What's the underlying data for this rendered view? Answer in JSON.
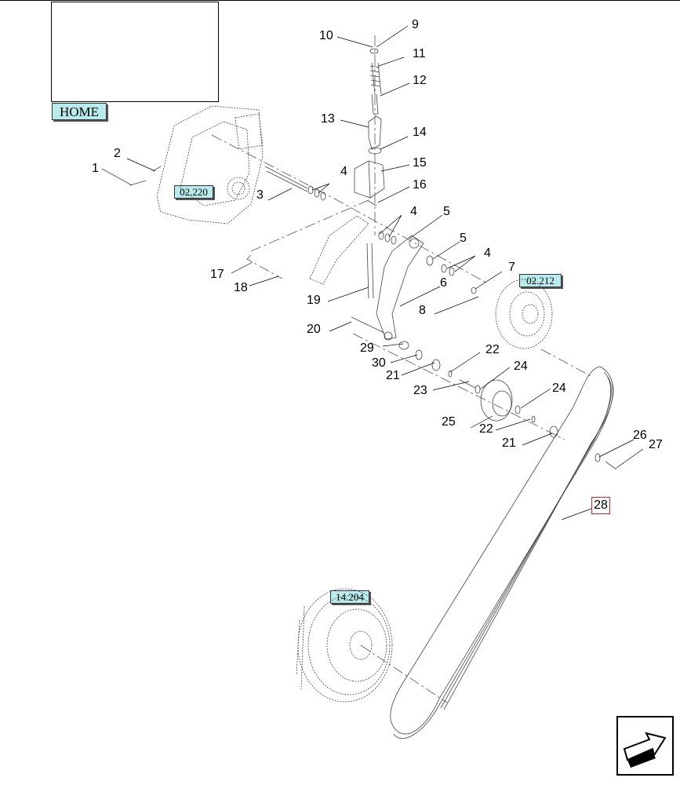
{
  "home_label": "HOME",
  "refs": {
    "ref_a": "02.220",
    "ref_b": "02.212",
    "ref_c": "14.204"
  },
  "callouts": [
    "1",
    "2",
    "3",
    "4",
    "4",
    "4",
    "5",
    "5",
    "6",
    "7",
    "8",
    "9",
    "10",
    "11",
    "12",
    "13",
    "14",
    "15",
    "16",
    "17",
    "18",
    "19",
    "20",
    "21",
    "21",
    "22",
    "22",
    "23",
    "24",
    "24",
    "25",
    "26",
    "27",
    "29",
    "30"
  ],
  "highlighted_callout": "28",
  "nav": {
    "icon": "next-page-arrow-icon"
  }
}
